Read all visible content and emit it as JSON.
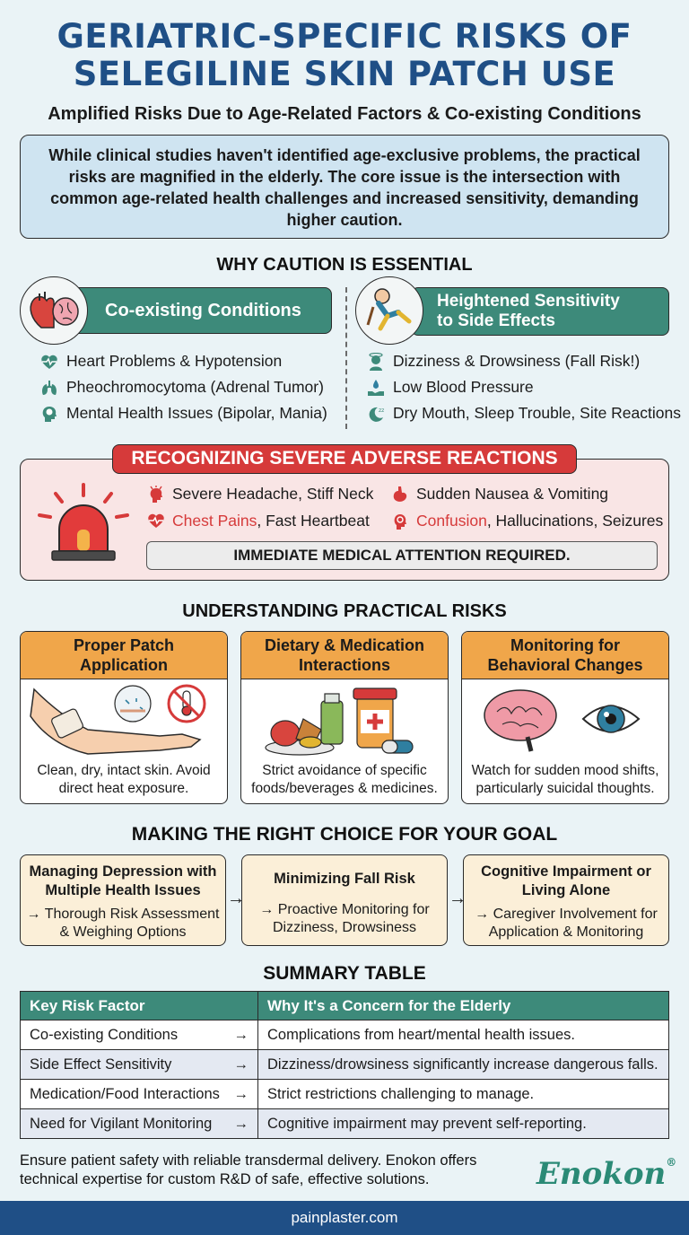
{
  "header": {
    "title_line1": "GERIATRIC-SPECIFIC RISKS OF",
    "title_line2": "SELEGILINE SKIN PATCH USE",
    "subtitle": "Amplified Risks Due to Age-Related Factors & Co-existing Conditions"
  },
  "intro": "While clinical studies haven't identified age-exclusive problems, the practical risks are magnified in the elderly. The core issue is the intersection with common age-related health challenges and increased sensitivity, demanding higher caution.",
  "caution": {
    "heading": "WHY CAUTION IS ESSENTIAL",
    "left_title": "Co-existing Conditions",
    "left_items": [
      {
        "label": "Heart Problems & Hypotension",
        "icon": "heart-pulse-icon"
      },
      {
        "label": "Pheochromocytoma (Adrenal Tumor)",
        "icon": "lungs-icon"
      },
      {
        "label": "Mental Health Issues (Bipolar, Mania)",
        "icon": "head-brain-icon"
      }
    ],
    "right_title_line1": "Heightened Sensitivity",
    "right_title_line2": "to Side Effects",
    "right_items": [
      {
        "label": "Dizziness & Drowsiness (Fall Risk!)",
        "icon": "dizzy-person-icon"
      },
      {
        "label": "Low Blood Pressure",
        "icon": "blood-drop-hand-icon"
      },
      {
        "label": "Dry Mouth, Sleep Trouble, Site Reactions",
        "icon": "moon-sleep-icon"
      }
    ]
  },
  "severe": {
    "title": "RECOGNIZING SEVERE ADVERSE REACTIONS",
    "item1": "Severe Headache, Stiff Neck",
    "item2_red": "Chest Pains",
    "item2_rest": ", Fast Heartbeat",
    "item3": "Sudden Nausea & Vomiting",
    "item4_red": "Confusion",
    "item4_rest": ", Hallucinations, Seizures",
    "attention": "IMMEDIATE MEDICAL ATTENTION REQUIRED."
  },
  "practical": {
    "heading": "UNDERSTANDING PRACTICAL RISKS",
    "cards": [
      {
        "title": "Proper Patch Application",
        "text": "Clean, dry, intact skin. Avoid direct heat exposure."
      },
      {
        "title": "Dietary & Medication Interactions",
        "text": "Strict avoidance of specific foods/beverages & medicines."
      },
      {
        "title": "Monitoring for Behavioral Changes",
        "text": "Watch for sudden mood shifts, particularly suicidal thoughts."
      }
    ]
  },
  "choice": {
    "heading": "MAKING THE RIGHT CHOICE FOR YOUR GOAL",
    "items": [
      {
        "title": "Managing Depression with Multiple Health Issues",
        "text": "→ Thorough Risk Assessment & Weighing Options"
      },
      {
        "title": "Minimizing Fall Risk",
        "text": "→ Proactive Monitoring for Dizziness, Drowsiness"
      },
      {
        "title": "Cognitive Impairment or Living Alone",
        "text": "→ Caregiver Involvement for Application & Monitoring"
      }
    ],
    "arrow": "→"
  },
  "summary": {
    "heading": "SUMMARY TABLE",
    "col1": "Key Risk Factor",
    "col2": "Why It's a Concern for the Elderly",
    "rows": [
      {
        "factor": "Co-existing Conditions",
        "concern": "Complications from heart/mental health issues."
      },
      {
        "factor": "Side Effect Sensitivity",
        "concern": "Dizziness/drowsiness significantly increase dangerous falls."
      },
      {
        "factor": "Medication/Food Interactions",
        "concern": "Strict restrictions challenging to manage."
      },
      {
        "factor": "Need for Vigilant Monitoring",
        "concern": "Cognitive impairment may prevent self-reporting."
      }
    ],
    "arrow": "→"
  },
  "footer": {
    "text": "Ensure patient safety with reliable transdermal delivery. Enokon offers technical expertise for custom R&D of safe, effective solutions.",
    "logo": "Enokon",
    "logo_mark": "®",
    "url": "painplaster.com"
  },
  "colors": {
    "title_blue": "#1f4f86",
    "teal": "#3d8a7a",
    "alert_red": "#d63a3a",
    "orange": "#f0a64a"
  }
}
